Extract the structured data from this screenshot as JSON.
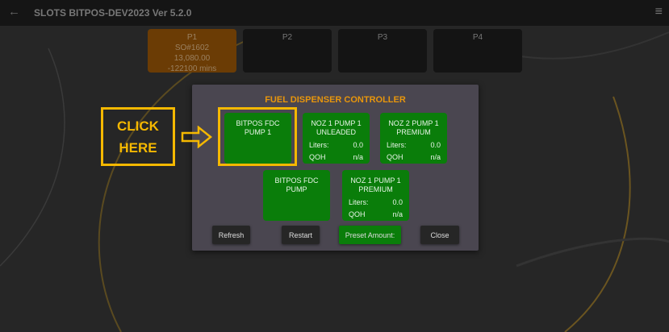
{
  "app": {
    "title": "SLOTS BITPOS-DEV2023 Ver 5.2.0"
  },
  "pumps": [
    {
      "label": "P1",
      "order": "SO#1602",
      "amount": "13,080.00",
      "time": "-122100 mins"
    },
    {
      "label": "P2"
    },
    {
      "label": "P3"
    },
    {
      "label": "P4"
    }
  ],
  "dialog": {
    "title": "FUEL DISPENSER CONTROLLER",
    "tiles": [
      {
        "line1": "BITPOS FDC",
        "line2": "PUMP 1"
      },
      {
        "line1": "NOZ 1 PUMP 1",
        "line2": "UNLEADED",
        "liters_label": "Liters:",
        "liters": "0.0",
        "qoh_label": "QOH",
        "qoh": "n/a"
      },
      {
        "line1": "NOZ 2 PUMP 1",
        "line2": "PREMIUM",
        "liters_label": "Liters:",
        "liters": "0.0",
        "qoh_label": "QOH",
        "qoh": "n/a"
      },
      {
        "line1": "BITPOS FDC",
        "line2": "PUMP"
      },
      {
        "line1": "NOZ 1 PUMP 1",
        "line2": "PREMIUM",
        "liters_label": "Liters:",
        "liters": "0.0",
        "qoh_label": "QOH",
        "qoh": "n/a"
      }
    ],
    "buttons": {
      "refresh": "Refresh",
      "restart": "Restart",
      "preset": "Preset Amount:",
      "close": "Close"
    }
  },
  "callout": {
    "line1": "CLICK",
    "line2": "HERE"
  },
  "colors": {
    "accent": "#e8960c",
    "tile": "#0a7d0a",
    "highlight": "#f5b800"
  }
}
